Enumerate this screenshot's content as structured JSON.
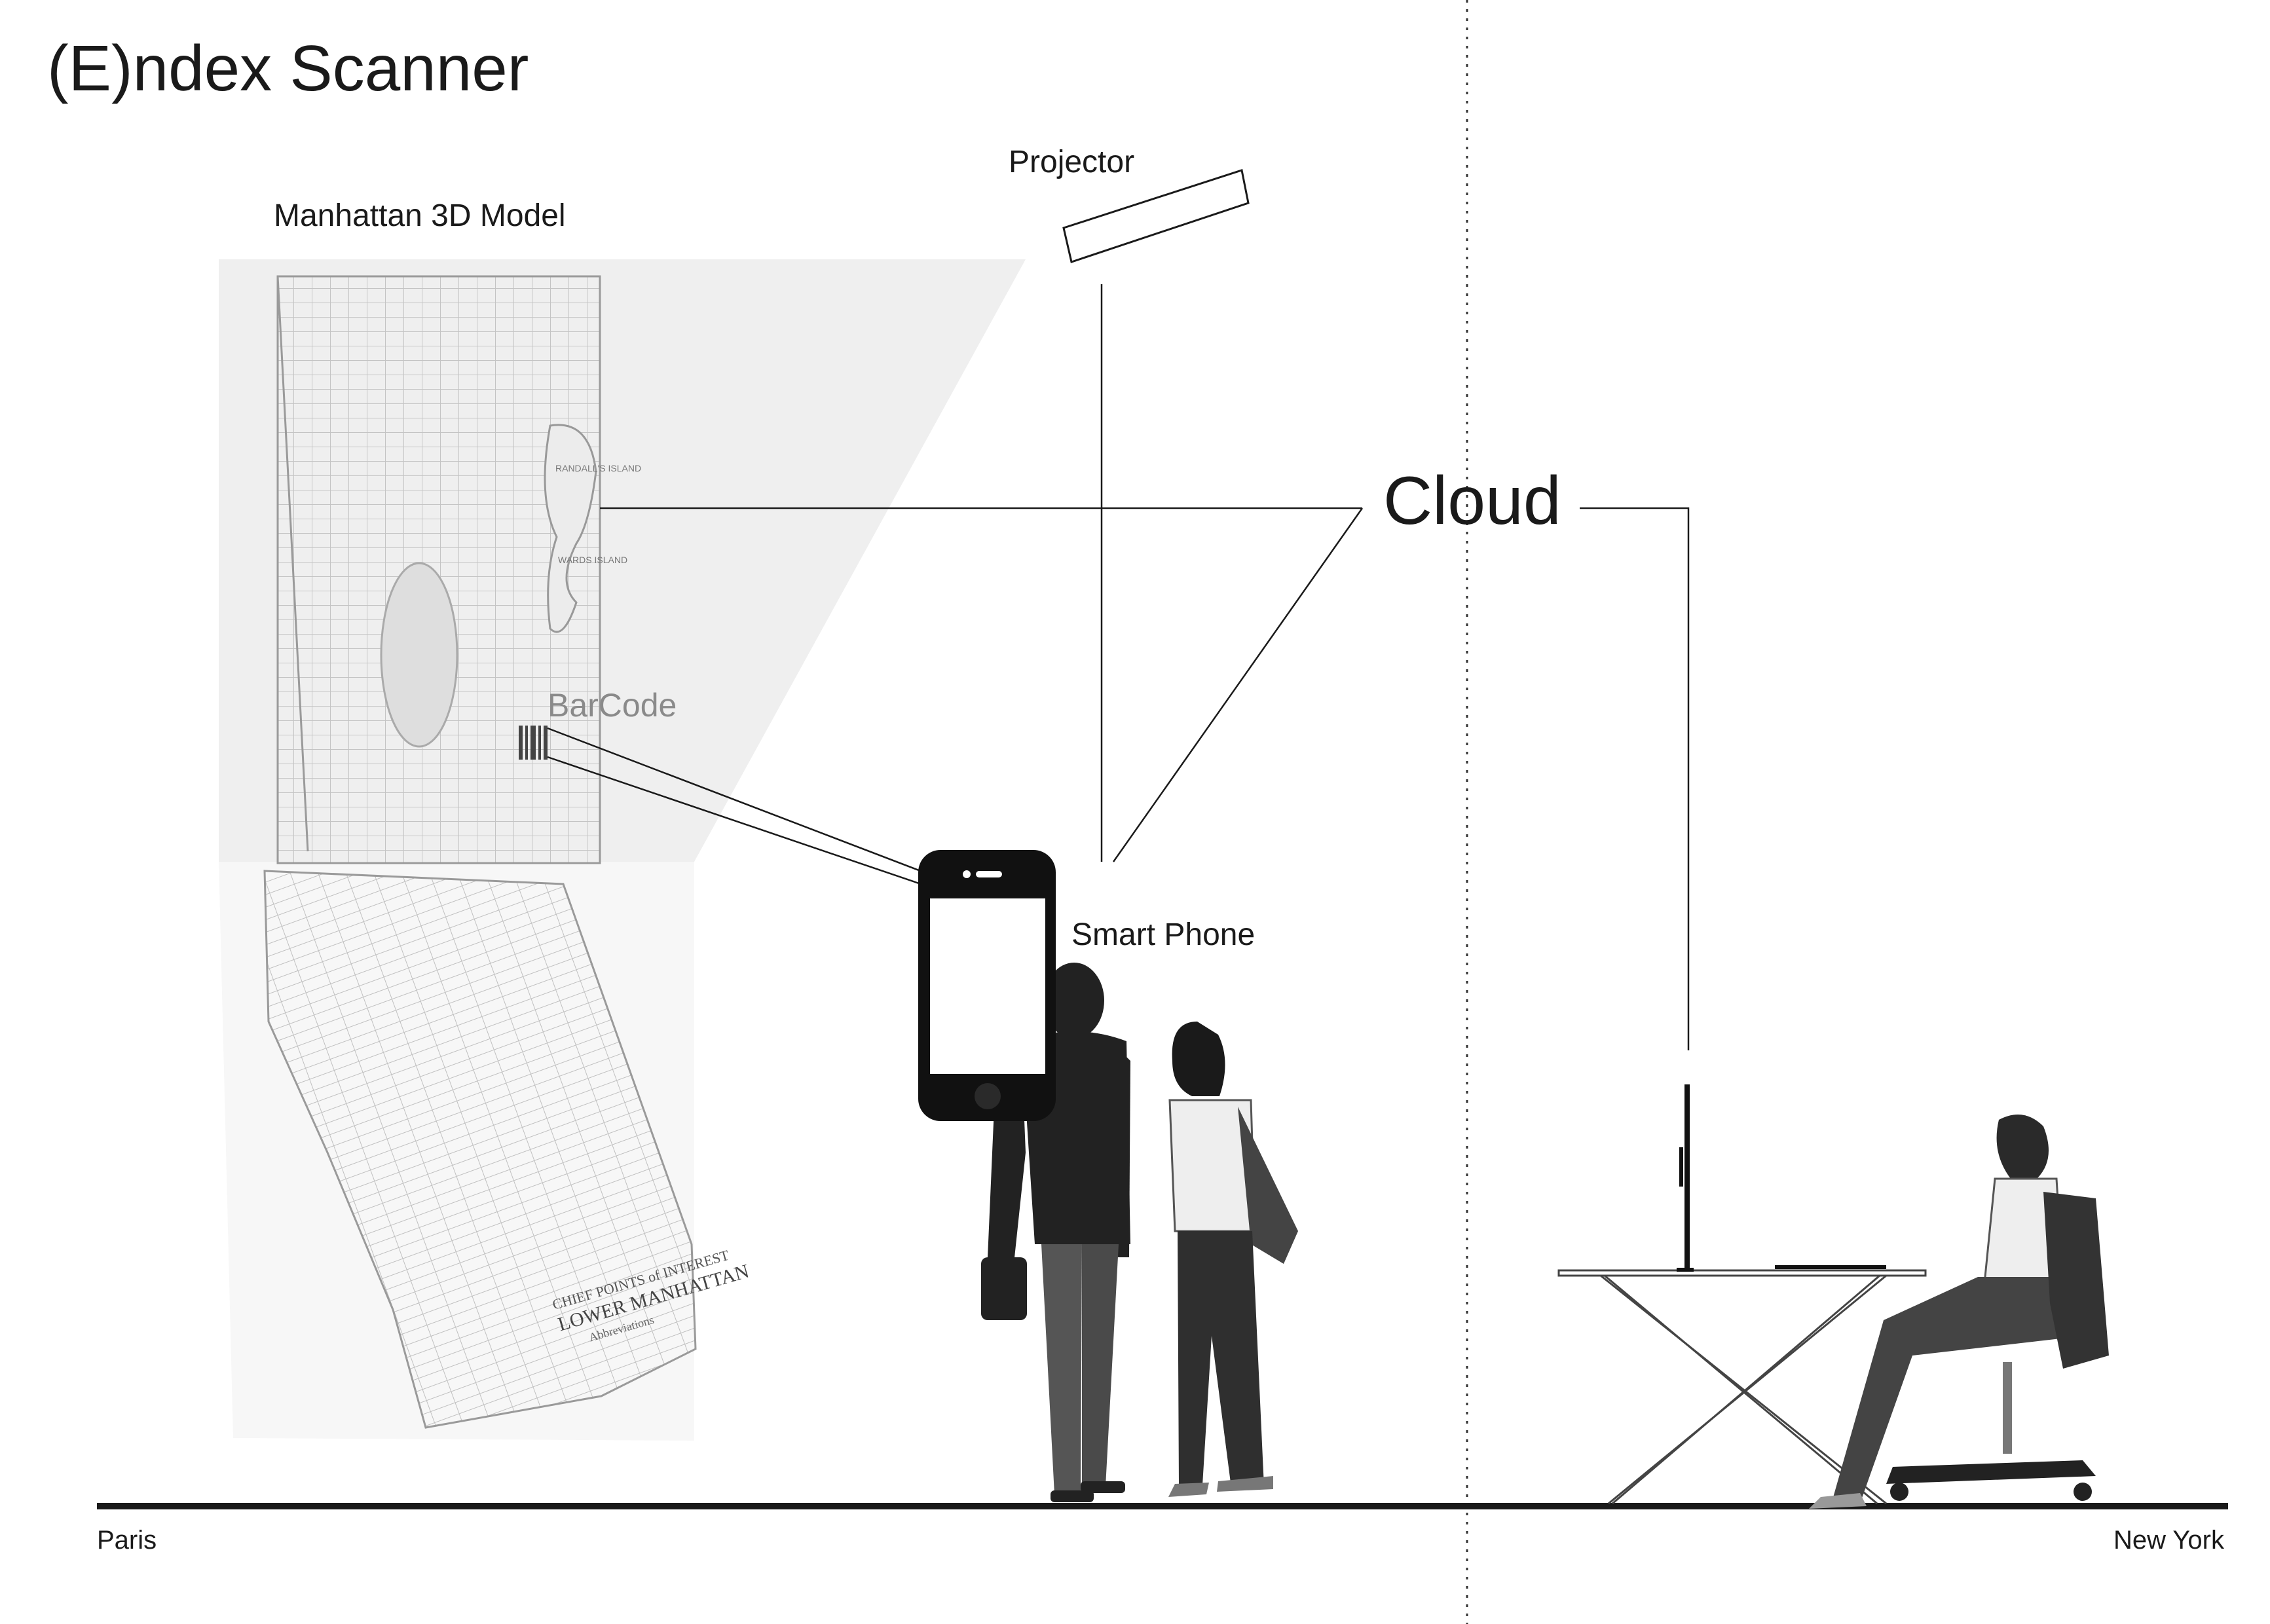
{
  "diagram": {
    "title": "(E)ndex Scanner",
    "labels": {
      "model": "Manhattan 3D Model",
      "projector": "Projector",
      "barcode": "BarCode",
      "cloud": "Cloud",
      "phone": "Smart Phone",
      "left_city": "Paris",
      "right_city": "New York"
    },
    "map_text": {
      "legend_line1": "CHIEF POINTS of INTEREST",
      "legend_line2": "LOWER MANHATTAN",
      "legend_line3": "Abbreviations",
      "island_top": "RANDALL'S ISLAND",
      "island_bottom": "WARDS ISLAND"
    },
    "colors": {
      "ink": "#1a1a1a",
      "projection": "#efefef",
      "map_lines": "#b8b8b8",
      "people": "#222222",
      "barcode_label": "#8a8a8a"
    }
  }
}
